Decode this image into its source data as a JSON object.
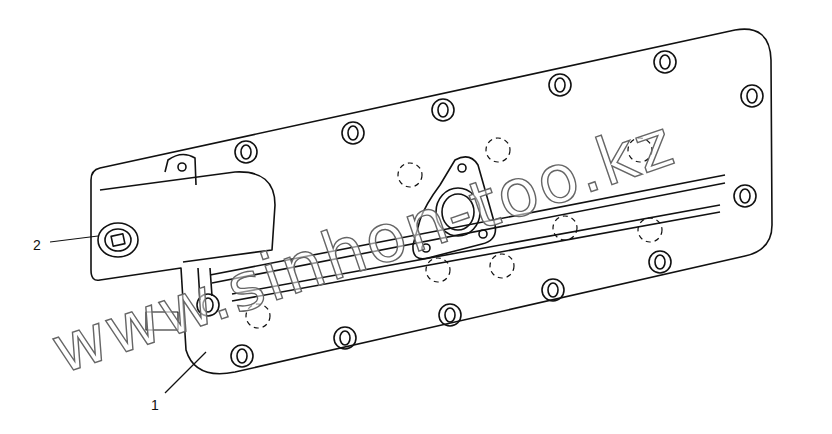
{
  "diagram": {
    "labels": [
      "2",
      "1",
      "www.sinhon-too.kz"
    ]
  }
}
